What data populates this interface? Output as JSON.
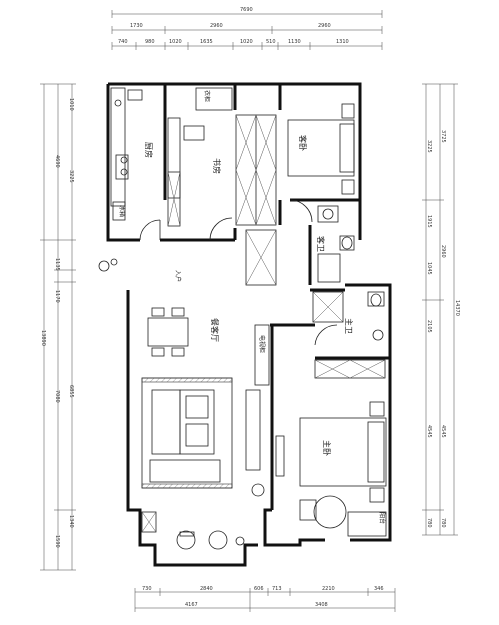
{
  "dimensions": {
    "top_total": "7690",
    "top_row2": [
      "1730",
      "2960",
      "2960"
    ],
    "top_row3": [
      "740",
      "980",
      "1020",
      "1635",
      "1020",
      "510",
      "1130",
      "1310"
    ],
    "bottom_row1": [
      "730",
      "2840",
      "606",
      "713",
      "2210",
      "346"
    ],
    "bottom_row2": [
      "4167",
      "3408"
    ],
    "left_outer": [
      "4690",
      "1135",
      "1170",
      "7080",
      "1590"
    ],
    "left_total": "13890",
    "left_inner": [
      "1010",
      "3225",
      "6855",
      "1340"
    ],
    "right_outer": [
      "3725",
      "2960",
      "4545",
      "780"
    ],
    "right_total": "14370",
    "right_inner": [
      "3225",
      "1915",
      "1045",
      "2105",
      "4545",
      "780"
    ]
  },
  "rooms": {
    "kitchen": "厨房",
    "study": "书房",
    "guest_bedroom": "客卧",
    "guest_bath": "客卫",
    "master_bath": "主卫",
    "dining_living": "餐客厅",
    "master_bedroom": "主卧",
    "refrigerator": "冰箱",
    "wardrobe": "衣柜",
    "tv_cabinet": "电视柜",
    "balcony": "阳台",
    "entry": "入户"
  }
}
